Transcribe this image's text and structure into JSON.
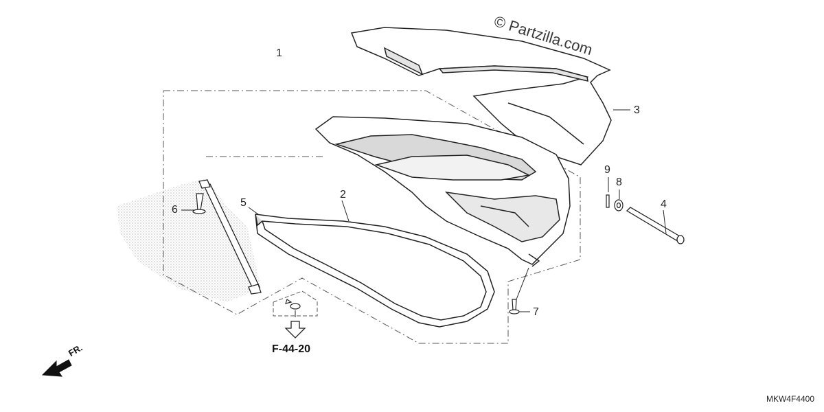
{
  "watermark": "© Partzilla.com",
  "callouts": [
    {
      "id": "1",
      "label": "1"
    },
    {
      "id": "2",
      "label": "2"
    },
    {
      "id": "3",
      "label": "3"
    },
    {
      "id": "4",
      "label": "4"
    },
    {
      "id": "5",
      "label": "5"
    },
    {
      "id": "6",
      "label": "6"
    },
    {
      "id": "7",
      "label": "7"
    },
    {
      "id": "8",
      "label": "8"
    },
    {
      "id": "9",
      "label": "9"
    }
  ],
  "reference": "F-44-20",
  "front_indicator": "FR.",
  "diagram_code": "MKW4F4400",
  "icons": [
    "front-direction-arrow-icon",
    "reference-arrow-icon"
  ],
  "colors": {
    "line": "#222222",
    "dash": "#555555",
    "stipple": "#bdbdbd"
  }
}
